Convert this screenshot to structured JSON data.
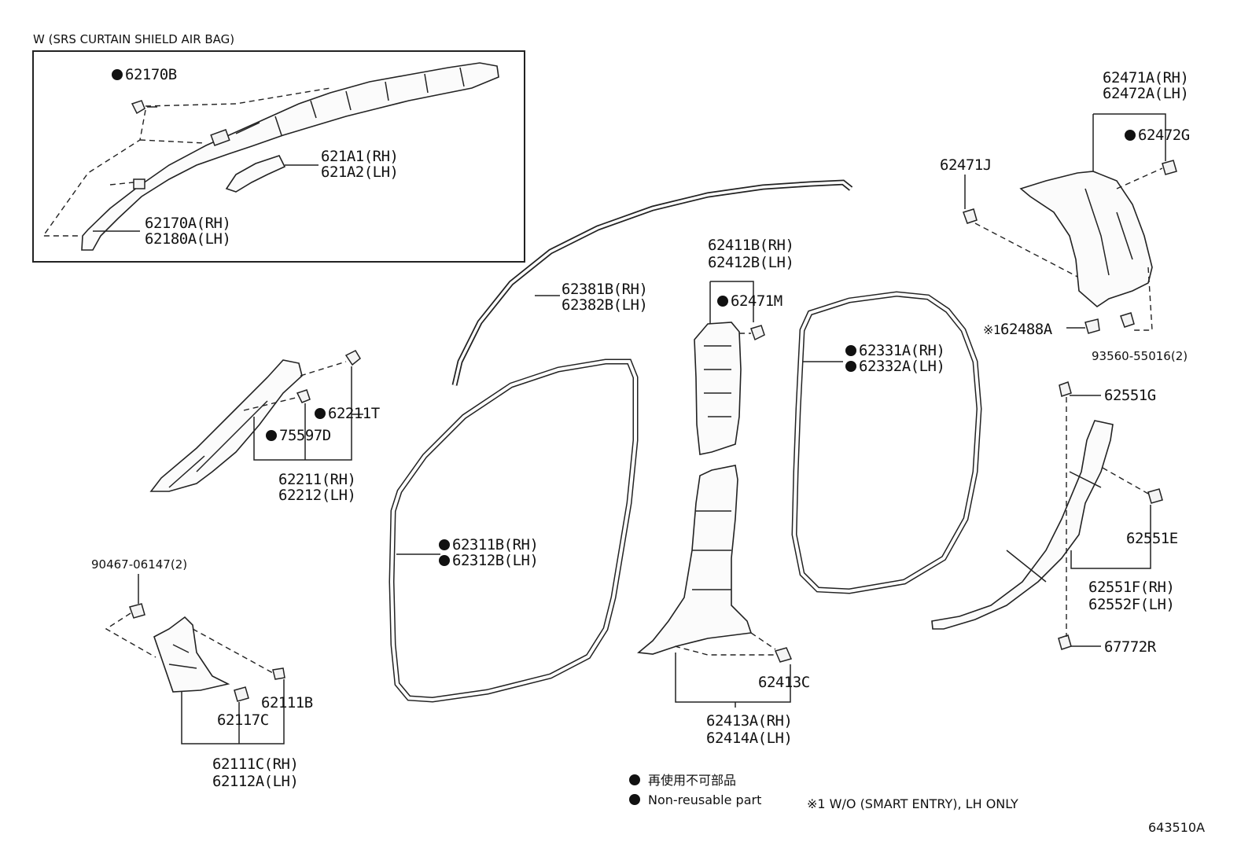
{
  "inset": {
    "title": "W (SRS CURTAIN SHIELD AIR BAG)"
  },
  "labels": {
    "p62170B": "62170B",
    "p621A1": "621A1(RH)",
    "p621A2": "621A2(LH)",
    "p62170A": "62170A(RH)",
    "p62180A": "62180A(LH)",
    "p62381B": "62381B(RH)",
    "p62382B": "62382B(LH)",
    "p62411B": "62411B(RH)",
    "p62412B": "62412B(LH)",
    "p62471M": "62471M",
    "p62331A": "62331A(RH)",
    "p62332A": "62332A(LH)",
    "p62471A": "62471A(RH)",
    "p62472A": "62472A(LH)",
    "p62472G": "62472G",
    "p62471J": "62471J",
    "p62488A": "62488A",
    "p62488A_mark": "※1",
    "p93560": "93560-55016(2)",
    "p62551G": "62551G",
    "p62551E": "62551E",
    "p62551F": "62551F(RH)",
    "p62552F": "62552F(LH)",
    "p67772R": "67772R",
    "p62211T": "62211T",
    "p75597D": "75597D",
    "p62211": "62211(RH)",
    "p62212": "62212(LH)",
    "p62311B": "62311B(RH)",
    "p62312B": "62312B(LH)",
    "p90467": "90467-06147(2)",
    "p62111B": "62111B",
    "p62117C": "62117C",
    "p62111C": "62111C(RH)",
    "p62112A": "62112A(LH)",
    "p62413C": "62413C",
    "p62413A": "62413A(RH)",
    "p62414A": "62414A(LH)"
  },
  "legend": {
    "jp": "再使用不可部品",
    "en": "Non-reusable part",
    "footnote": "※1 W/O (SMART ENTRY), LH ONLY"
  },
  "figure_id": "643510A"
}
